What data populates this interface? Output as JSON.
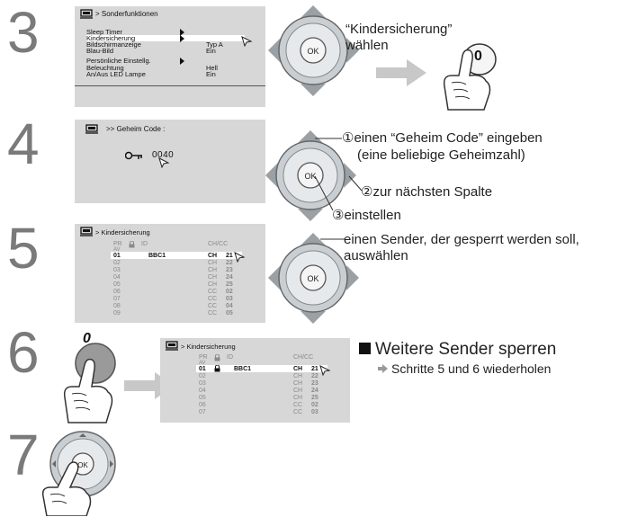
{
  "steps": {
    "s3": {
      "number": "3",
      "screen": {
        "title": "> Sonderfunktionen",
        "items": [
          {
            "label": "Sleep Timer",
            "value": ""
          },
          {
            "label": "Kindersicherung",
            "value": ""
          },
          {
            "label": "Bildschirmanzeige",
            "value": "Typ A"
          },
          {
            "label": "Blau-Bild",
            "value": "Ein"
          },
          {
            "label": "Persönliche Einstellg.",
            "value": ""
          },
          {
            "label": "Beleuchtung",
            "value": "Hell"
          },
          {
            "label": "An/Aus LED Lampe",
            "value": "Ein"
          }
        ]
      },
      "instruction_line1": "“Kindersicherung”",
      "instruction_line2": "wählen",
      "button_digit": "0"
    },
    "s4": {
      "number": "4",
      "screen": {
        "title": ">> Geheim Code :",
        "code": "0040"
      },
      "instruction_1": "①einen “Geheim Code” eingeben",
      "instruction_1b": "(eine beliebige Geheimzahl)",
      "instruction_2": "②zur nächsten Spalte",
      "instruction_3": "③einstellen"
    },
    "s5": {
      "number": "5",
      "screen": {
        "title": "> Kindersicherung",
        "col_pr": "PR",
        "col_av": "AV",
        "col_id": "ID",
        "col_ch": "CH/CC",
        "rows": [
          {
            "pr": "01",
            "id": "BBC1",
            "type": "CH",
            "num": "21"
          },
          {
            "pr": "02",
            "id": "",
            "type": "CH",
            "num": "22"
          },
          {
            "pr": "03",
            "id": "",
            "type": "CH",
            "num": "23"
          },
          {
            "pr": "04",
            "id": "",
            "type": "CH",
            "num": "24"
          },
          {
            "pr": "05",
            "id": "",
            "type": "CH",
            "num": "25"
          },
          {
            "pr": "06",
            "id": "",
            "type": "CC",
            "num": "02"
          },
          {
            "pr": "07",
            "id": "",
            "type": "CC",
            "num": "03"
          },
          {
            "pr": "08",
            "id": "",
            "type": "CC",
            "num": "04"
          },
          {
            "pr": "09",
            "id": "",
            "type": "CC",
            "num": "05"
          }
        ]
      },
      "instruction_line1": "einen Sender, der gesperrt werden soll,",
      "instruction_line2": "auswählen"
    },
    "s6": {
      "number": "6",
      "button_digit": "0",
      "screen": {
        "title": "> Kindersicherung",
        "col_pr": "PR",
        "col_av": "AV",
        "col_id": "ID",
        "col_ch": "CH/CC",
        "rows": [
          {
            "pr": "01",
            "id": "BBC1",
            "type": "CH",
            "num": "21"
          },
          {
            "pr": "02",
            "id": "",
            "type": "CH",
            "num": "22"
          },
          {
            "pr": "03",
            "id": "",
            "type": "CH",
            "num": "23"
          },
          {
            "pr": "04",
            "id": "",
            "type": "CH",
            "num": "24"
          },
          {
            "pr": "05",
            "id": "",
            "type": "CH",
            "num": "25"
          },
          {
            "pr": "06",
            "id": "",
            "type": "CC",
            "num": "02"
          },
          {
            "pr": "07",
            "id": "",
            "type": "CC",
            "num": "03"
          }
        ]
      },
      "heading": "Weitere Sender sperren",
      "subtext": "Schritte 5 und 6 wiederholen"
    },
    "s7": {
      "number": "7"
    }
  },
  "ok_label": "OK",
  "colors": {
    "screen_bg": "#d7d7d7",
    "step_number": "#7a7a7a",
    "arrow_gray": "#c8c8c8"
  },
  "icons": [
    "tv-menu-icon",
    "key-icon",
    "lock-icon",
    "pointing-hand-icon",
    "dpad-ok-icon",
    "right-arrow-icon"
  ]
}
